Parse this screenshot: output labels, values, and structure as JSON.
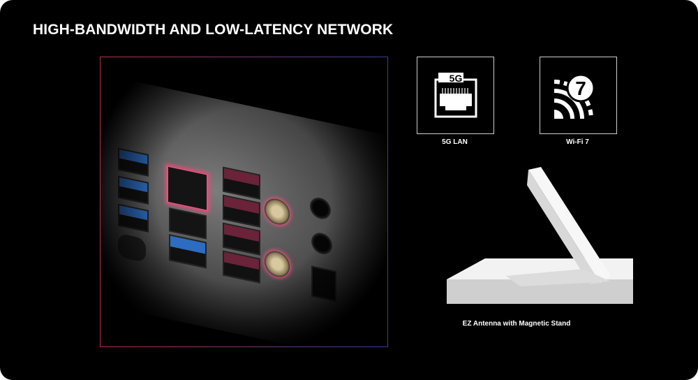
{
  "title": "HIGH-BANDWIDTH AND LOW-LATENCY NETWORK",
  "features": [
    {
      "label": "5G LAN",
      "icon": "ethernet-port-icon",
      "badge": "5G"
    },
    {
      "label": "Wi-Fi 7",
      "icon": "wifi-7-icon",
      "badge": "7"
    }
  ],
  "antenna_caption": "EZ Antenna with Magnetic Stand",
  "colors": {
    "frame_left": "#b8324a",
    "frame_right": "#3a3f9a",
    "highlight": "#e0507a"
  }
}
